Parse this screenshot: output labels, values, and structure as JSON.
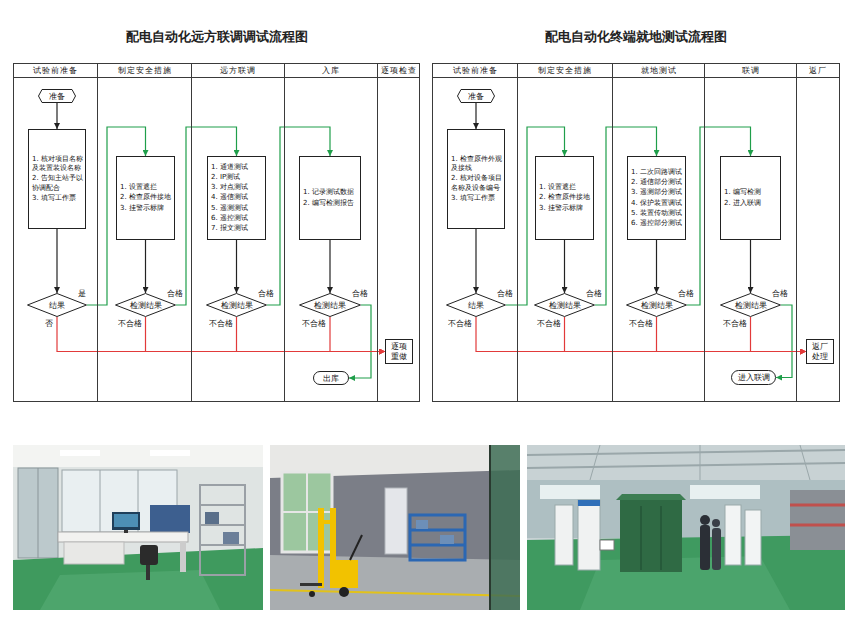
{
  "diagram": {
    "nodes": [
      {
        "text": [
          "配电自动化远方联调调试流程图"
        ]
      },
      {
        "text": [
          "试验前准备"
        ],
        "in": 0
      },
      {
        "text": [
          "制定安全措施"
        ],
        "in": 0
      },
      {
        "text": [
          "远方联调"
        ],
        "in": 0
      },
      {
        "text": [
          "入库"
        ],
        "in": 0
      },
      {
        "text": [
          "逐项检查"
        ],
        "in": 0
      },
      {
        "text": [
          "准备"
        ],
        "in": 1
      },
      {
        "text": [
          "1. 核对项目名称及装置装设名称",
          "2. 告知主站予以协调配合",
          "3. 填写工作票"
        ],
        "in": 1
      },
      {
        "text": [
          "结果"
        ],
        "in": 1
      },
      {
        "text": [
          "1. 设置遮拦",
          "2. 检查原件接地",
          "3. 挂警示标牌"
        ],
        "in": 2
      },
      {
        "text": [
          "检测结果"
        ],
        "in": 2
      },
      {
        "text": [
          "1. 通道测试",
          "2. IP测试",
          "3. 对点测试",
          "4. 遥信测试",
          "5. 遥测测试",
          "6. 遥控测试",
          "7. 报文测试"
        ],
        "in": 3
      },
      {
        "text": [
          "检测结果"
        ],
        "in": 3
      },
      {
        "text": [
          "1. 记录测试数据",
          "2. 编写检测报告"
        ],
        "in": 4
      },
      {
        "text": [
          "检测结果"
        ],
        "in": 4
      },
      {
        "text": [
          "出库"
        ],
        "in": 4
      },
      {
        "text": [
          "逐项重做"
        ],
        "in": 5
      },
      {
        "text": [
          "配电自动化终端就地测试流程图"
        ]
      },
      {
        "text": [
          "试验前准备"
        ],
        "in": 17
      },
      {
        "text": [
          "制定安全措施"
        ],
        "in": 17
      },
      {
        "text": [
          "就地测试"
        ],
        "in": 17
      },
      {
        "text": [
          "联调"
        ],
        "in": 17
      },
      {
        "text": [
          "返厂"
        ],
        "in": 17
      },
      {
        "text": [
          "准备"
        ],
        "in": 18
      },
      {
        "text": [
          "1. 检查原件外观及接线",
          "2. 核对设备项目名称及设备编号",
          "3. 填写工作票"
        ],
        "in": 18
      },
      {
        "text": [
          "结果"
        ],
        "in": 18
      },
      {
        "text": [
          "1. 设置遮拦",
          "2. 检查原件接地",
          "3. 挂警示标牌"
        ],
        "in": 19
      },
      {
        "text": [
          "检测结果"
        ],
        "in": 19
      },
      {
        "text": [
          "1. 二次回路调试",
          "2. 通信部分测试",
          "3. 遥测部分测试",
          "4. 保护装置调试",
          "5. 装置传动测试",
          "6. 遥控部分测试"
        ],
        "in": 20
      },
      {
        "text": [
          "检测结果"
        ],
        "in": 20
      },
      {
        "text": [
          "1. 编写检测",
          "2. 进入联调"
        ],
        "in": 21
      },
      {
        "text": [
          "检测结果"
        ],
        "in": 21
      },
      {
        "text": [
          "进入联调"
        ],
        "in": 21
      },
      {
        "text": [
          "返厂处理"
        ],
        "in": 22
      }
    ],
    "edges": [
      {
        "from": 6,
        "to": 7,
        "arrow": "to"
      },
      {
        "from": 7,
        "to": 8,
        "arrow": "to"
      },
      {
        "from": 8,
        "to": 9,
        "label": "是",
        "arrow": "to"
      },
      {
        "from": 8,
        "to": 16,
        "label": "否",
        "arrow": "to"
      },
      {
        "from": 9,
        "to": 10,
        "arrow": "to"
      },
      {
        "from": 10,
        "to": 11,
        "label": "合格",
        "arrow": "to"
      },
      {
        "from": 10,
        "to": 16,
        "label": "不合格",
        "arrow": "to"
      },
      {
        "from": 11,
        "to": 12,
        "arrow": "to"
      },
      {
        "from": 12,
        "to": 13,
        "label": "合格",
        "arrow": "to"
      },
      {
        "from": 12,
        "to": 16,
        "label": "不合格",
        "arrow": "to"
      },
      {
        "from": 13,
        "to": 14,
        "arrow": "to"
      },
      {
        "from": 14,
        "to": 15,
        "label": "合格",
        "arrow": "to"
      },
      {
        "from": 14,
        "to": 16,
        "label": "不合格",
        "arrow": "to"
      },
      {
        "from": 23,
        "to": 24,
        "arrow": "to"
      },
      {
        "from": 24,
        "to": 25,
        "arrow": "to"
      },
      {
        "from": 25,
        "to": 26,
        "label": "合格",
        "arrow": "to"
      },
      {
        "from": 25,
        "to": 33,
        "label": "不合格",
        "arrow": "to"
      },
      {
        "from": 26,
        "to": 27,
        "arrow": "to"
      },
      {
        "from": 27,
        "to": 28,
        "label": "合格",
        "arrow": "to"
      },
      {
        "from": 27,
        "to": 33,
        "label": "不合格",
        "arrow": "to"
      },
      {
        "from": 28,
        "to": 29,
        "arrow": "to"
      },
      {
        "from": 29,
        "to": 30,
        "label": "合格",
        "arrow": "to"
      },
      {
        "from": 29,
        "to": 33,
        "label": "不合格",
        "arrow": "to"
      },
      {
        "from": 30,
        "to": 31,
        "arrow": "to"
      },
      {
        "from": 31,
        "to": 32,
        "label": "合格",
        "arrow": "to"
      },
      {
        "from": 31,
        "to": 33,
        "label": "不合格",
        "arrow": "to"
      }
    ]
  }
}
